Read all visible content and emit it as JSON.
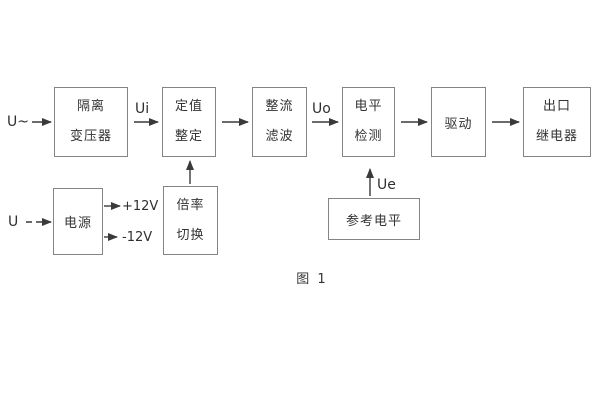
{
  "diagram": {
    "caption": "图 1",
    "inputs": {
      "ac_label": "U~",
      "dc_label": "U"
    },
    "signal_labels": {
      "ui": "Ui",
      "uo": "Uo",
      "ue": "Ue",
      "rail_pos": "+12V",
      "rail_neg": "-12V"
    },
    "blocks": {
      "isolation_transformer": {
        "line1": "隔离",
        "line2": "变压器"
      },
      "value_setting": {
        "line1": "定值",
        "line2": "整定"
      },
      "rectify_filter": {
        "line1": "整流",
        "line2": "滤波"
      },
      "level_detect": {
        "line1": "电平",
        "line2": "检测"
      },
      "driver": {
        "line1": "驱动"
      },
      "output_relay": {
        "line1": "出口",
        "line2": "继电器"
      },
      "power_supply": {
        "line1": "电源"
      },
      "ratio_switch": {
        "line1": "倍率",
        "line2": "切换"
      },
      "reference_level": {
        "line1": "参考电平"
      }
    },
    "colors": {
      "background": "#ffffff",
      "box_border": "#848484",
      "line": "#3a3a3a",
      "text": "#333333"
    }
  }
}
